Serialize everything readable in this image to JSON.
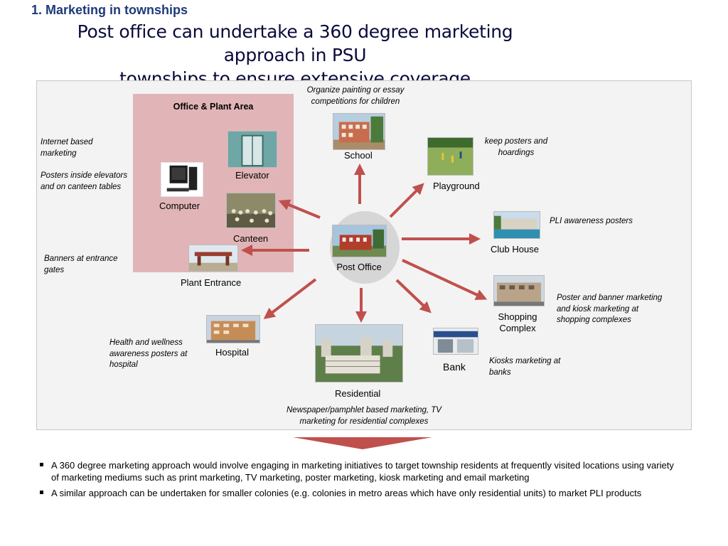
{
  "section_title": "1. Marketing in townships",
  "title_line1": "Post office can undertake a 360 degree marketing approach in PSU",
  "title_line2": "townships to ensure extensive coverage",
  "office_area_title": "Office & Plant Area",
  "hub_label": "Post Office",
  "locations": {
    "elevator": "Elevator",
    "computer": "Computer",
    "canteen": "Canteen",
    "plant_entrance": "Plant Entrance",
    "school": "School",
    "playground": "Playground",
    "club_house": "Club House",
    "shopping_1": "Shopping",
    "shopping_2": "Complex",
    "bank": "Bank",
    "residential": "Residential",
    "hospital": "Hospital"
  },
  "notes": {
    "school_1": "Organize painting or essay",
    "school_2": "competitions for children",
    "internet_1": "Internet based",
    "internet_2": "marketing",
    "posters_1": "Posters inside elevators",
    "posters_2": "and on canteen tables",
    "banners_1": "Banners at entrance",
    "banners_2": "gates",
    "playground_1": "keep posters and",
    "playground_2": "hoardings",
    "club_1": "PLI awareness posters",
    "shopping_1": "Poster and banner marketing",
    "shopping_2": "and kiosk marketing at",
    "shopping_3": "shopping complexes",
    "bank_1": "Kiosks marketing at",
    "bank_2": "banks",
    "hospital_1": "Health and wellness",
    "hospital_2": "awareness posters at",
    "hospital_3": "hospital",
    "residential_1": "Newspaper/pamphlet based marketing, TV",
    "residential_2": "marketing for residential complexes"
  },
  "bullets": [
    "A 360 degree marketing approach would involve engaging in marketing initiatives to target township residents at frequently visited locations using variety of marketing mediums such as print marketing, TV marketing, poster marketing, kiosk marketing and email marketing",
    "A similar approach can be undertaken for smaller colonies (e.g. colonies in metro areas which have only residential units) to market PLI products"
  ],
  "colors": {
    "title": "#0a0a3c",
    "section_title": "#1f3a7a",
    "office_area": "#e1b5b7",
    "arrow": "#c0504d"
  }
}
